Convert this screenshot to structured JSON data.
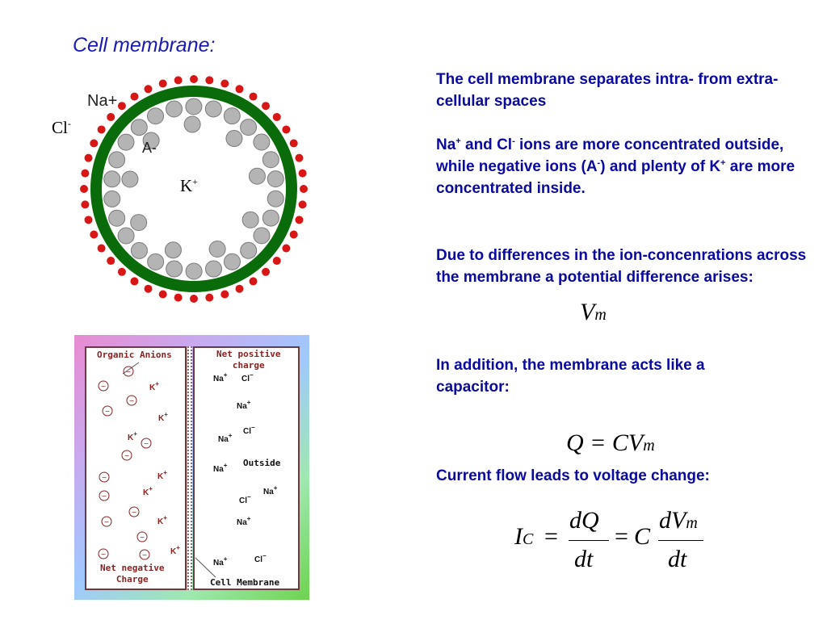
{
  "title": "Cell membrane:",
  "cell_diagram": {
    "na_label": "Na+",
    "cl_label": "Cl",
    "cl_sup": "-",
    "a_label": "A-",
    "k_label": "K",
    "k_sup": "+"
  },
  "panel": {
    "left_title": "Organic Anions",
    "right_title_line1": "Net positive",
    "right_title_line2": "charge",
    "net_negative_line1": "Net negative",
    "net_negative_line2": "Charge",
    "outside": "Outside",
    "cell_membrane": "Cell Membrane",
    "minus": "−",
    "plus": "+",
    "k": "K",
    "na": "Na",
    "cl": "Cl"
  },
  "text": {
    "p1": "The cell membrane separates intra- from extra-cellular spaces",
    "p2_na": "Na",
    "p2_sup_plus": "+",
    "p2_and": " and Cl",
    "p2_sup_minus": "-",
    "p2_rest1": " ions are more concentrated outside, while negative ions (A",
    "p2_rest2": ") and plenty of K",
    "p2_rest3": " are more concentrated inside.",
    "p3": "Due to differences in the ion-concenrations across the membrane a potential difference arises:",
    "p4": "In addition, the membrane acts like a capacitor:",
    "p5": "Current flow leads to voltage change:"
  },
  "equations": {
    "vm_v": "V",
    "vm_m": "m",
    "q_eq": "Q = CV",
    "q_m": "m",
    "ic_i": "I",
    "ic_c": "C",
    "eq": "=",
    "dq": "dQ",
    "dt": "dt",
    "c": "C",
    "dv": "dV",
    "m": "m"
  }
}
